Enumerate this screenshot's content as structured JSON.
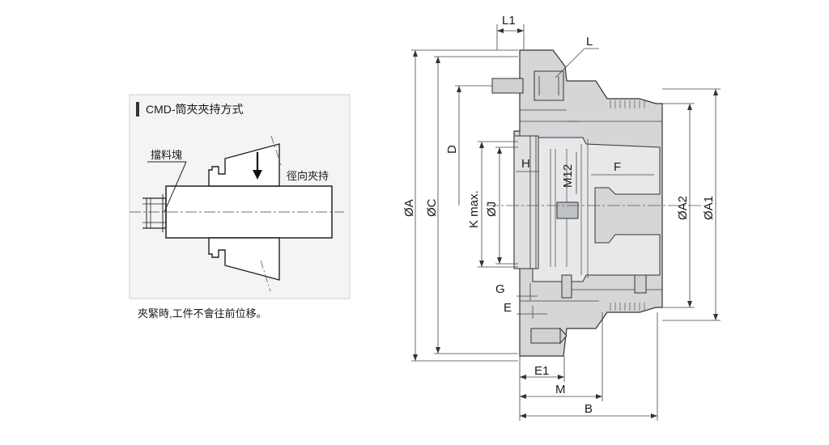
{
  "inset": {
    "title": "CMD-筒夾夾持方式",
    "stopper_label": "擋料塊",
    "radial_label": "徑向夾持",
    "caption": "夾緊時,工件不會往前位移。"
  },
  "drawing": {
    "labels": {
      "L1": "L1",
      "L": "L",
      "D": "D",
      "H": "H",
      "M12": "M12",
      "F": "F",
      "phiA": "ØA",
      "phiC": "ØC",
      "Kmax": "K max.",
      "phiJ": "ØJ",
      "phiA2": "ØA2",
      "phiA1": "ØA1",
      "G": "G",
      "E": "E",
      "E1": "E1",
      "M": "M",
      "B": "B"
    }
  },
  "colors": {
    "body_fill": "#d4d6d8",
    "body_dark": "#b8bbbe",
    "line": "#333333",
    "inset_bg": "#f4f4f4",
    "inset_border": "#cfcfcf",
    "title_bar": "#333333"
  }
}
